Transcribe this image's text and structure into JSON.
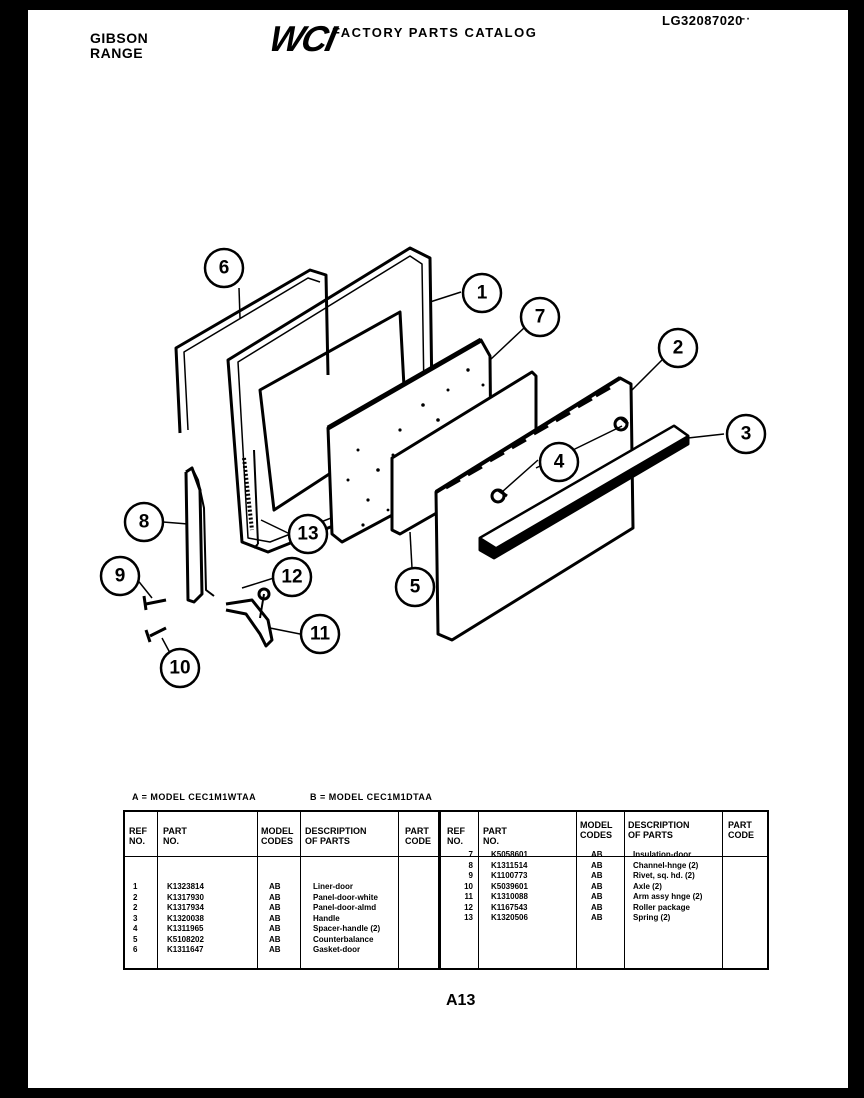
{
  "header": {
    "brand_line1": "GIBSON",
    "brand_line2": "RANGE",
    "logo": "WCI",
    "title": "FACTORY PARTS CATALOG",
    "catalog_code": "LG32087020"
  },
  "diagram": {
    "callouts": [
      "6",
      "1",
      "7",
      "2",
      "3",
      "4",
      "8",
      "13",
      "12",
      "9",
      "11",
      "5",
      "10"
    ]
  },
  "models": {
    "a": "A = MODEL CEC1M1WTAA",
    "b": "B = MODEL CEC1M1DTAA"
  },
  "table": {
    "headers": {
      "ref": [
        "REF",
        "NO."
      ],
      "part": [
        "PART",
        "NO."
      ],
      "model": [
        "MODEL",
        "CODES"
      ],
      "desc": [
        "DESCRIPTION",
        "OF PARTS"
      ],
      "code": [
        "PART",
        "CODE"
      ]
    },
    "left_rows": [
      {
        "ref": "1",
        "part": "K1323814",
        "model": "AB",
        "desc": "Liner-door"
      },
      {
        "ref": "2",
        "part": "K1317930",
        "model": "AB",
        "desc": "Panel-door-white"
      },
      {
        "ref": "2",
        "part": "K1317934",
        "model": "AB",
        "desc": "Panel-door-almd"
      },
      {
        "ref": "3",
        "part": "K1320038",
        "model": "AB",
        "desc": "Handle"
      },
      {
        "ref": "4",
        "part": "K1311965",
        "model": "AB",
        "desc": "Spacer-handle (2)"
      },
      {
        "ref": "5",
        "part": "K5108202",
        "model": "AB",
        "desc": "Counterbalance"
      },
      {
        "ref": "6",
        "part": "K1311647",
        "model": "AB",
        "desc": "Gasket-door"
      }
    ],
    "right_rows": [
      {
        "ref": "7",
        "part": "K5058601",
        "model": "AB",
        "desc": "Insulation-door"
      },
      {
        "ref": "8",
        "part": "K1311514",
        "model": "AB",
        "desc": "Channel-hnge (2)"
      },
      {
        "ref": "9",
        "part": "K1100773",
        "model": "AB",
        "desc": "Rivet, sq. hd. (2)"
      },
      {
        "ref": "10",
        "part": "K5039601",
        "model": "AB",
        "desc": "Axle (2)"
      },
      {
        "ref": "11",
        "part": "K1310088",
        "model": "AB",
        "desc": "Arm assy hnge (2)"
      },
      {
        "ref": "12",
        "part": "K1167543",
        "model": "AB",
        "desc": "Roller package"
      },
      {
        "ref": "13",
        "part": "K1320506",
        "model": "AB",
        "desc": "Spring (2)"
      }
    ]
  },
  "footer": {
    "page_number": "A13"
  }
}
